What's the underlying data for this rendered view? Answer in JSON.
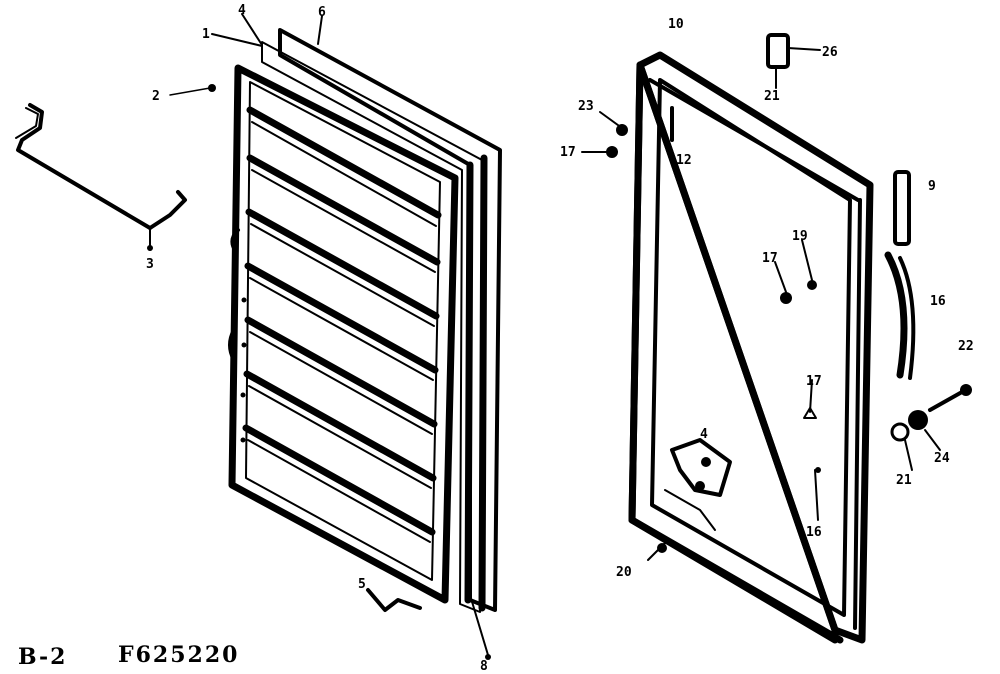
{
  "footer": {
    "page_code": "B-2",
    "drawing_number": "F625220"
  },
  "callouts": {
    "c1_top_left": "1",
    "c2": "2",
    "c4_top": "4",
    "c6_top": "6",
    "c3_bracket": "3",
    "c5_bottom": "5",
    "c8_bottom": "8",
    "c10": "10",
    "c23_upper": "23",
    "c17_upper": "17",
    "c12": "12",
    "c26": "26",
    "c21_upper": "21",
    "c9": "9",
    "c19": "19",
    "c17_mid": "17",
    "c16": "16",
    "c22": "22",
    "c17_lower": "17",
    "c4_lower": "4",
    "c21_lower": "21",
    "c24": "24",
    "c16_lower": "16",
    "c20": "20"
  }
}
